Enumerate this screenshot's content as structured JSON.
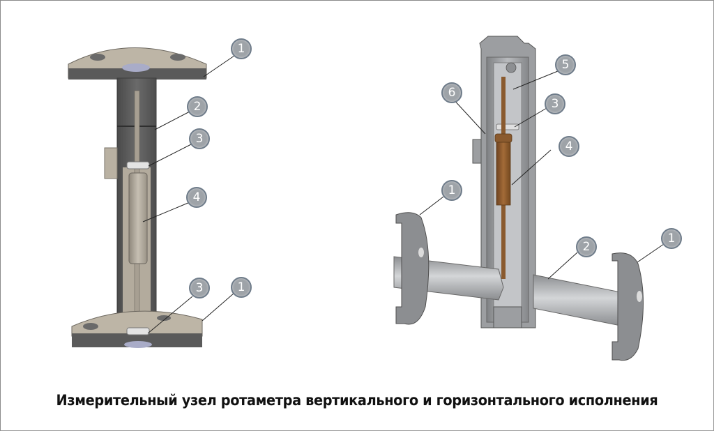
{
  "caption": "Измерительный узел ротаметра вертикального и горизонтального исполнения",
  "colors": {
    "frame": "#8a8a8a",
    "callout_fill": "#9ea3a8",
    "callout_border": "#6f7c8a",
    "flange_beige": "#bdb5a6",
    "steel_dark": "#5f5f5f",
    "steel_gray": "#9a9c9f",
    "float_bronze": "#8a5a2e"
  },
  "vertical_unit": {
    "callouts": [
      {
        "label": "1",
        "part": "flange-top"
      },
      {
        "label": "2",
        "part": "tube"
      },
      {
        "label": "3",
        "part": "stop-upper"
      },
      {
        "label": "4",
        "part": "float"
      },
      {
        "label": "3",
        "part": "stop-lower"
      },
      {
        "label": "1",
        "part": "flange-bottom"
      }
    ]
  },
  "horizontal_unit": {
    "callouts": [
      {
        "label": "5",
        "part": "guide"
      },
      {
        "label": "6",
        "part": "housing"
      },
      {
        "label": "3",
        "part": "stop"
      },
      {
        "label": "4",
        "part": "float"
      },
      {
        "label": "1",
        "part": "flange-left"
      },
      {
        "label": "2",
        "part": "pipe"
      },
      {
        "label": "1",
        "part": "flange-right"
      }
    ]
  }
}
